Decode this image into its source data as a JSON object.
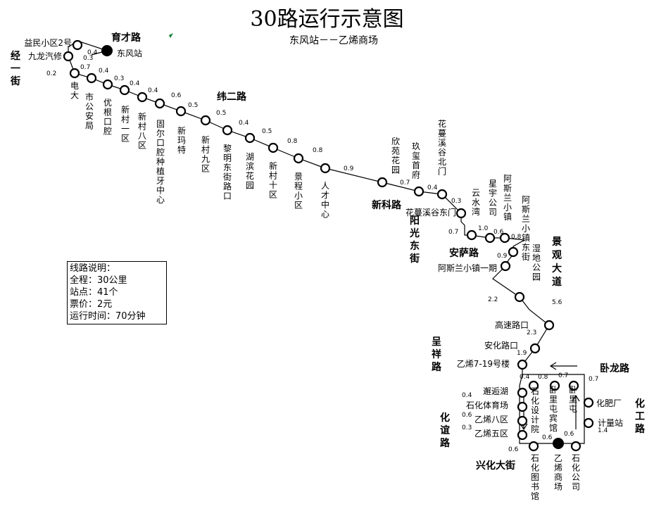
{
  "title": "30路运行示意图",
  "subtitle": "东风站－－乙烯商场",
  "legend": {
    "heading": "线路说明：",
    "total": "全程：30公里",
    "stops": "站点：41个",
    "fare": "票价：2元",
    "time": "运行时间：70分钟"
  },
  "roads": [
    {
      "id": "r1",
      "chars": [
        "育",
        "才",
        "路"
      ]
    },
    {
      "id": "r2",
      "chars": [
        "经",
        "一",
        "街"
      ]
    },
    {
      "id": "r3",
      "chars": [
        "纬",
        "二",
        "路"
      ]
    },
    {
      "id": "r4",
      "chars": [
        "新",
        "科",
        "路"
      ]
    },
    {
      "id": "r5",
      "chars": [
        "阳",
        "光",
        "东",
        "街"
      ]
    },
    {
      "id": "r6",
      "chars": [
        "安",
        "萨",
        "路"
      ]
    },
    {
      "id": "r7",
      "chars": [
        "景",
        "观",
        "大",
        "道"
      ]
    },
    {
      "id": "r8",
      "chars": [
        "呈",
        "祥",
        "路"
      ]
    },
    {
      "id": "r9",
      "chars": [
        "卧",
        "龙",
        "路"
      ]
    },
    {
      "id": "r10",
      "chars": [
        "化",
        "工",
        "路"
      ]
    },
    {
      "id": "r11",
      "chars": [
        "化",
        "谊",
        "路"
      ]
    },
    {
      "id": "r12",
      "chars": [
        "兴",
        "化",
        "大",
        "街"
      ]
    }
  ],
  "stations": [
    {
      "id": "s1",
      "name": "东风站",
      "terminal": true
    },
    {
      "id": "s2",
      "name": "益民小区2号"
    },
    {
      "id": "s3",
      "name": "九龙汽修"
    },
    {
      "id": "s4",
      "name": "电大"
    },
    {
      "id": "s5",
      "name": "市公安局"
    },
    {
      "id": "s6",
      "name": "优根口腔"
    },
    {
      "id": "s7",
      "name": "新村一区"
    },
    {
      "id": "s8",
      "name": "新村八区"
    },
    {
      "id": "s9",
      "name": "固尔口腔种植牙中心"
    },
    {
      "id": "s10",
      "name": "新玛特"
    },
    {
      "id": "s11",
      "name": "新村九区"
    },
    {
      "id": "s12",
      "name": "黎明东街路口"
    },
    {
      "id": "s13",
      "name": "湖滨花园"
    },
    {
      "id": "s14",
      "name": "新村十区"
    },
    {
      "id": "s15",
      "name": "景程小区"
    },
    {
      "id": "s16",
      "name": "人才中心"
    },
    {
      "id": "s17",
      "name": "欣苑花园"
    },
    {
      "id": "s18",
      "name": "玖玺首府"
    },
    {
      "id": "s19",
      "name": "花蔓溪谷北门"
    },
    {
      "id": "s20",
      "name": "花蔓溪谷东门"
    },
    {
      "id": "s21",
      "name": "云水湾"
    },
    {
      "id": "s22",
      "name": "星宇公司"
    },
    {
      "id": "s23",
      "name": "阿斯兰小镇"
    },
    {
      "id": "s24",
      "name": "阿斯兰小镇东街"
    },
    {
      "id": "s25",
      "name": "阿斯兰小镇一期"
    },
    {
      "id": "s26",
      "name": "湿地公园"
    },
    {
      "id": "s27",
      "name": "高速路口"
    },
    {
      "id": "s28",
      "name": "安化路口"
    },
    {
      "id": "s29",
      "name": "乙烯7-19号楼"
    },
    {
      "id": "s30",
      "name": "石化设计院"
    },
    {
      "id": "s31",
      "name": "卧里屯宾馆"
    },
    {
      "id": "s32",
      "name": "卧里屯"
    },
    {
      "id": "s33",
      "name": "化肥厂"
    },
    {
      "id": "s34",
      "name": "计量站"
    },
    {
      "id": "s35",
      "name": "邂逅湖"
    },
    {
      "id": "s36",
      "name": "石化体育场"
    },
    {
      "id": "s37",
      "name": "乙烯八区"
    },
    {
      "id": "s38",
      "name": "乙烯五区"
    },
    {
      "id": "s39",
      "name": "石化图书馆"
    },
    {
      "id": "s40",
      "name": "乙烯商场",
      "terminal": true
    },
    {
      "id": "s41",
      "name": "石化公司"
    }
  ],
  "distances": [
    {
      "id": "d1",
      "value": "0.4"
    },
    {
      "id": "d2",
      "value": "0.3"
    },
    {
      "id": "d3",
      "value": "0.2"
    },
    {
      "id": "d4",
      "value": "0.7"
    },
    {
      "id": "d5",
      "value": "0.4"
    },
    {
      "id": "d6",
      "value": "0.3"
    },
    {
      "id": "d7",
      "value": "0.4"
    },
    {
      "id": "d8",
      "value": "0.4"
    },
    {
      "id": "d9",
      "value": "0.6"
    },
    {
      "id": "d10",
      "value": "0.5"
    },
    {
      "id": "d11",
      "value": "0.5"
    },
    {
      "id": "d12",
      "value": "0.4"
    },
    {
      "id": "d13",
      "value": "0.5"
    },
    {
      "id": "d14",
      "value": "0.8"
    },
    {
      "id": "d15",
      "value": "0.8"
    },
    {
      "id": "d16",
      "value": "0.9"
    },
    {
      "id": "d17",
      "value": "0.7"
    },
    {
      "id": "d18",
      "value": "0.4"
    },
    {
      "id": "d19",
      "value": "0.3"
    },
    {
      "id": "d20",
      "value": "0.7"
    },
    {
      "id": "d21",
      "value": "1.0"
    },
    {
      "id": "d22",
      "value": "0.6"
    },
    {
      "id": "d23",
      "value": "0.8"
    },
    {
      "id": "d24",
      "value": "0.9"
    },
    {
      "id": "d25",
      "value": "2.2"
    },
    {
      "id": "d26",
      "value": "5.6"
    },
    {
      "id": "d27",
      "value": "2.3"
    },
    {
      "id": "d28",
      "value": "1.9"
    },
    {
      "id": "d29",
      "value": "0.4"
    },
    {
      "id": "d30",
      "value": "0.8"
    },
    {
      "id": "d31",
      "value": "0.7"
    },
    {
      "id": "d32",
      "value": "0.7"
    },
    {
      "id": "d33",
      "value": "1.4"
    },
    {
      "id": "d34",
      "value": "0.4"
    },
    {
      "id": "d35",
      "value": "0.6"
    },
    {
      "id": "d36",
      "value": "0.3"
    },
    {
      "id": "d37",
      "value": "0.6"
    },
    {
      "id": "d38",
      "value": "0.6"
    },
    {
      "id": "d39",
      "value": "0.6"
    }
  ]
}
